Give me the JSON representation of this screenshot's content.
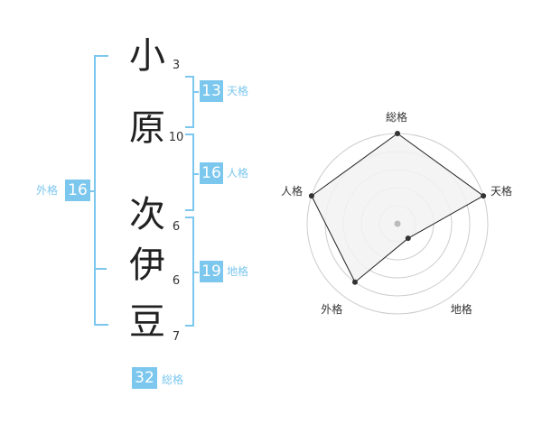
{
  "name": {
    "characters": [
      {
        "char": "小",
        "strokes": "3"
      },
      {
        "char": "原",
        "strokes": "10"
      },
      {
        "char": "次",
        "strokes": "6"
      },
      {
        "char": "伊",
        "strokes": "6"
      },
      {
        "char": "豆",
        "strokes": "7"
      }
    ]
  },
  "fortunes": {
    "tenkaku": {
      "label": "天格",
      "value": "13"
    },
    "jinkaku": {
      "label": "人格",
      "value": "16"
    },
    "chikaku": {
      "label": "地格",
      "value": "19"
    },
    "gaikaku": {
      "label": "外格",
      "value": "16"
    },
    "soukaku": {
      "label": "総格",
      "value": "32"
    }
  },
  "chart_data": {
    "type": "radar",
    "axes": [
      "総格",
      "天格",
      "地格",
      "外格",
      "人格"
    ],
    "values": [
      5,
      5,
      1,
      4,
      5
    ],
    "rmax": 5,
    "rings": 5,
    "colors": {
      "fill": "#f2f2f2",
      "line": "#222222",
      "grid": "#cccccc",
      "point": "#333333",
      "center": "#bbbbbb"
    }
  }
}
